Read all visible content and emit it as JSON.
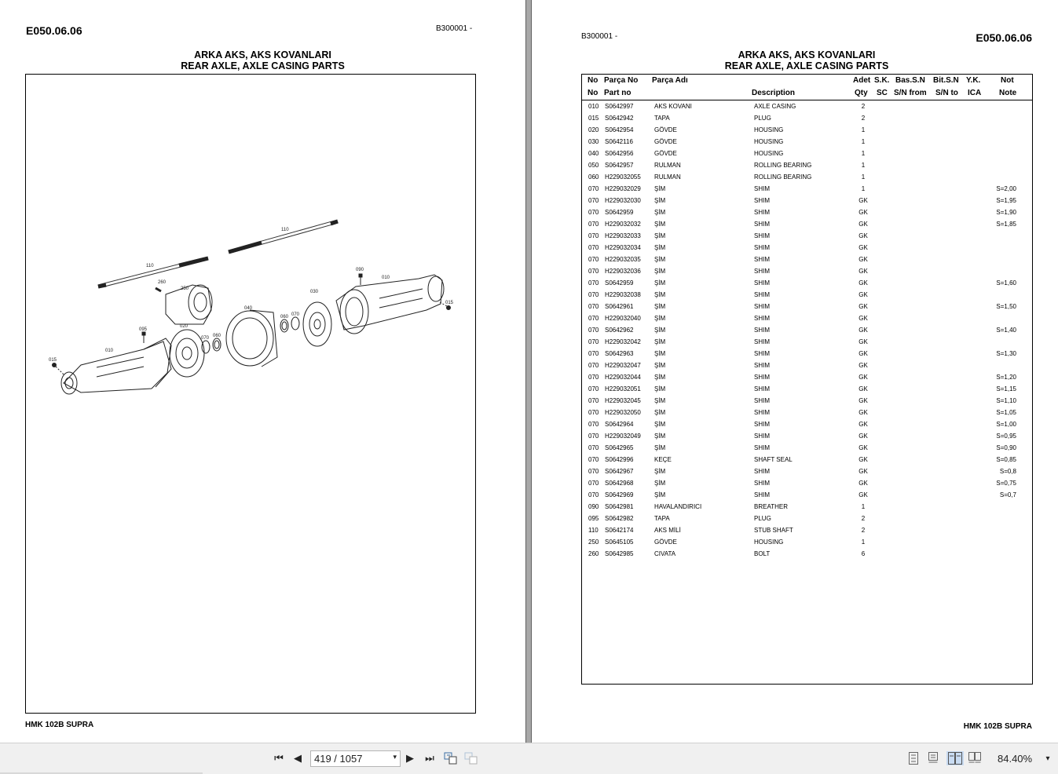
{
  "document": {
    "section_code": "E050.06.06",
    "serial_range": "B300001 -",
    "title_tr": "ARKA AKS, AKS KOVANLARI",
    "title_en": "REAR AXLE, AXLE CASING PARTS",
    "model": "HMK 102B SUPRA"
  },
  "drawing": {
    "callouts": [
      "110",
      "110",
      "260",
      "250",
      "095",
      "020",
      "010",
      "015",
      "040",
      "070",
      "060",
      "060",
      "070",
      "030",
      "090",
      "010",
      "015"
    ]
  },
  "table": {
    "headers_tr": {
      "no": "No",
      "part": "Parça No",
      "name": "Parça Adı",
      "qty": "Adet",
      "sc": "S.K.",
      "from": "Bas.S.N",
      "to": "Bit.S.N",
      "ica": "Y.K.",
      "note": "Not"
    },
    "headers_en": {
      "no": "No",
      "part": "Part no",
      "desc": "Description",
      "qty": "Qty",
      "sc": "SC",
      "from": "S/N from",
      "to": "S/N to",
      "ica": "ICA",
      "note": "Note"
    },
    "rows": [
      {
        "no": "010",
        "part": "S0642997",
        "name": "AKS KOVANI",
        "desc": "AXLE CASING",
        "qty": "2",
        "note": ""
      },
      {
        "no": "015",
        "part": "S0642942",
        "name": "TAPA",
        "desc": "PLUG",
        "qty": "2",
        "note": ""
      },
      {
        "no": "020",
        "part": "S0642954",
        "name": "GÖVDE",
        "desc": "HOUSING",
        "qty": "1",
        "note": ""
      },
      {
        "no": "030",
        "part": "S0642116",
        "name": "GÖVDE",
        "desc": "HOUSING",
        "qty": "1",
        "note": ""
      },
      {
        "no": "040",
        "part": "S0642956",
        "name": "GÖVDE",
        "desc": "HOUSING",
        "qty": "1",
        "note": ""
      },
      {
        "no": "050",
        "part": "S0642957",
        "name": "RULMAN",
        "desc": "ROLLING BEARING",
        "qty": "1",
        "note": ""
      },
      {
        "no": "060",
        "part": "H229032055",
        "name": "RULMAN",
        "desc": "ROLLING BEARING",
        "qty": "1",
        "note": ""
      },
      {
        "no": "070",
        "part": "H229032029",
        "name": "ŞİM",
        "desc": "SHIM",
        "qty": "1",
        "note": "S=2,00"
      },
      {
        "no": "070",
        "part": "H229032030",
        "name": "ŞİM",
        "desc": "SHIM",
        "qty": "GK",
        "note": "S=1,95"
      },
      {
        "no": "070",
        "part": "S0642959",
        "name": "ŞİM",
        "desc": "SHIM",
        "qty": "GK",
        "note": "S=1,90"
      },
      {
        "no": "070",
        "part": "H229032032",
        "name": "ŞİM",
        "desc": "SHIM",
        "qty": "GK",
        "note": "S=1,85"
      },
      {
        "no": "070",
        "part": "H229032033",
        "name": "ŞİM",
        "desc": "SHIM",
        "qty": "GK",
        "note": ""
      },
      {
        "no": "070",
        "part": "H229032034",
        "name": "ŞİM",
        "desc": "SHIM",
        "qty": "GK",
        "note": ""
      },
      {
        "no": "070",
        "part": "H229032035",
        "name": "ŞİM",
        "desc": "SHIM",
        "qty": "GK",
        "note": ""
      },
      {
        "no": "070",
        "part": "H229032036",
        "name": "ŞİM",
        "desc": "SHIM",
        "qty": "GK",
        "note": ""
      },
      {
        "no": "070",
        "part": "S0642959",
        "name": "ŞİM",
        "desc": "SHIM",
        "qty": "GK",
        "note": "S=1,60"
      },
      {
        "no": "070",
        "part": "H229032038",
        "name": "ŞİM",
        "desc": "SHIM",
        "qty": "GK",
        "note": ""
      },
      {
        "no": "070",
        "part": "S0642961",
        "name": "ŞİM",
        "desc": "SHIM",
        "qty": "GK",
        "note": "S=1,50"
      },
      {
        "no": "070",
        "part": "H229032040",
        "name": "ŞİM",
        "desc": "SHIM",
        "qty": "GK",
        "note": ""
      },
      {
        "no": "070",
        "part": "S0642962",
        "name": "ŞİM",
        "desc": "SHIM",
        "qty": "GK",
        "note": "S=1,40"
      },
      {
        "no": "070",
        "part": "H229032042",
        "name": "ŞİM",
        "desc": "SHIM",
        "qty": "GK",
        "note": ""
      },
      {
        "no": "070",
        "part": "S0642963",
        "name": "ŞİM",
        "desc": "SHIM",
        "qty": "GK",
        "note": "S=1,30"
      },
      {
        "no": "070",
        "part": "H229032047",
        "name": "ŞİM",
        "desc": "SHIM",
        "qty": "GK",
        "note": ""
      },
      {
        "no": "070",
        "part": "H229032044",
        "name": "ŞİM",
        "desc": "SHIM",
        "qty": "GK",
        "note": "S=1,20"
      },
      {
        "no": "070",
        "part": "H229032051",
        "name": "ŞİM",
        "desc": "SHIM",
        "qty": "GK",
        "note": "S=1,15"
      },
      {
        "no": "070",
        "part": "H229032045",
        "name": "ŞİM",
        "desc": "SHIM",
        "qty": "GK",
        "note": "S=1,10"
      },
      {
        "no": "070",
        "part": "H229032050",
        "name": "ŞİM",
        "desc": "SHIM",
        "qty": "GK",
        "note": "S=1,05"
      },
      {
        "no": "070",
        "part": "S0642964",
        "name": "ŞİM",
        "desc": "SHIM",
        "qty": "GK",
        "note": "S=1,00"
      },
      {
        "no": "070",
        "part": "H229032049",
        "name": "ŞİM",
        "desc": "SHIM",
        "qty": "GK",
        "note": "S=0,95"
      },
      {
        "no": "070",
        "part": "S0642965",
        "name": "ŞİM",
        "desc": "SHIM",
        "qty": "GK",
        "note": "S=0,90"
      },
      {
        "no": "070",
        "part": "S0642996",
        "name": "KEÇE",
        "desc": "SHAFT SEAL",
        "qty": "GK",
        "note": "S=0,85"
      },
      {
        "no": "070",
        "part": "S0642967",
        "name": "ŞİM",
        "desc": "SHIM",
        "qty": "GK",
        "note": "S=0,8"
      },
      {
        "no": "070",
        "part": "S0642968",
        "name": "ŞİM",
        "desc": "SHIM",
        "qty": "GK",
        "note": "S=0,75"
      },
      {
        "no": "070",
        "part": "S0642969",
        "name": "ŞİM",
        "desc": "SHIM",
        "qty": "GK",
        "note": "S=0,7"
      },
      {
        "no": "090",
        "part": "S0642981",
        "name": "HAVALANDIRICI",
        "desc": "BREATHER",
        "qty": "1",
        "note": ""
      },
      {
        "no": "095",
        "part": "S0642982",
        "name": "TAPA",
        "desc": "PLUG",
        "qty": "2",
        "note": ""
      },
      {
        "no": "110",
        "part": "S0642174",
        "name": "AKS MİLİ",
        "desc": "STUB SHAFT",
        "qty": "2",
        "note": ""
      },
      {
        "no": "250",
        "part": "S0645105",
        "name": "GÖVDE",
        "desc": "HOUSING",
        "qty": "1",
        "note": ""
      },
      {
        "no": "260",
        "part": "S0642985",
        "name": "CIVATA",
        "desc": "BOLT",
        "qty": "6",
        "note": ""
      }
    ]
  },
  "toolbar": {
    "first_page_icon": "⏮",
    "prev_page_icon": "◀",
    "page_indicator": "419 / 1057",
    "dropdown_icon": "▾",
    "next_page_icon": "▶",
    "last_page_icon": "⏭",
    "zoom_level": "84.40%",
    "zoom_dropdown_icon": "▾"
  }
}
